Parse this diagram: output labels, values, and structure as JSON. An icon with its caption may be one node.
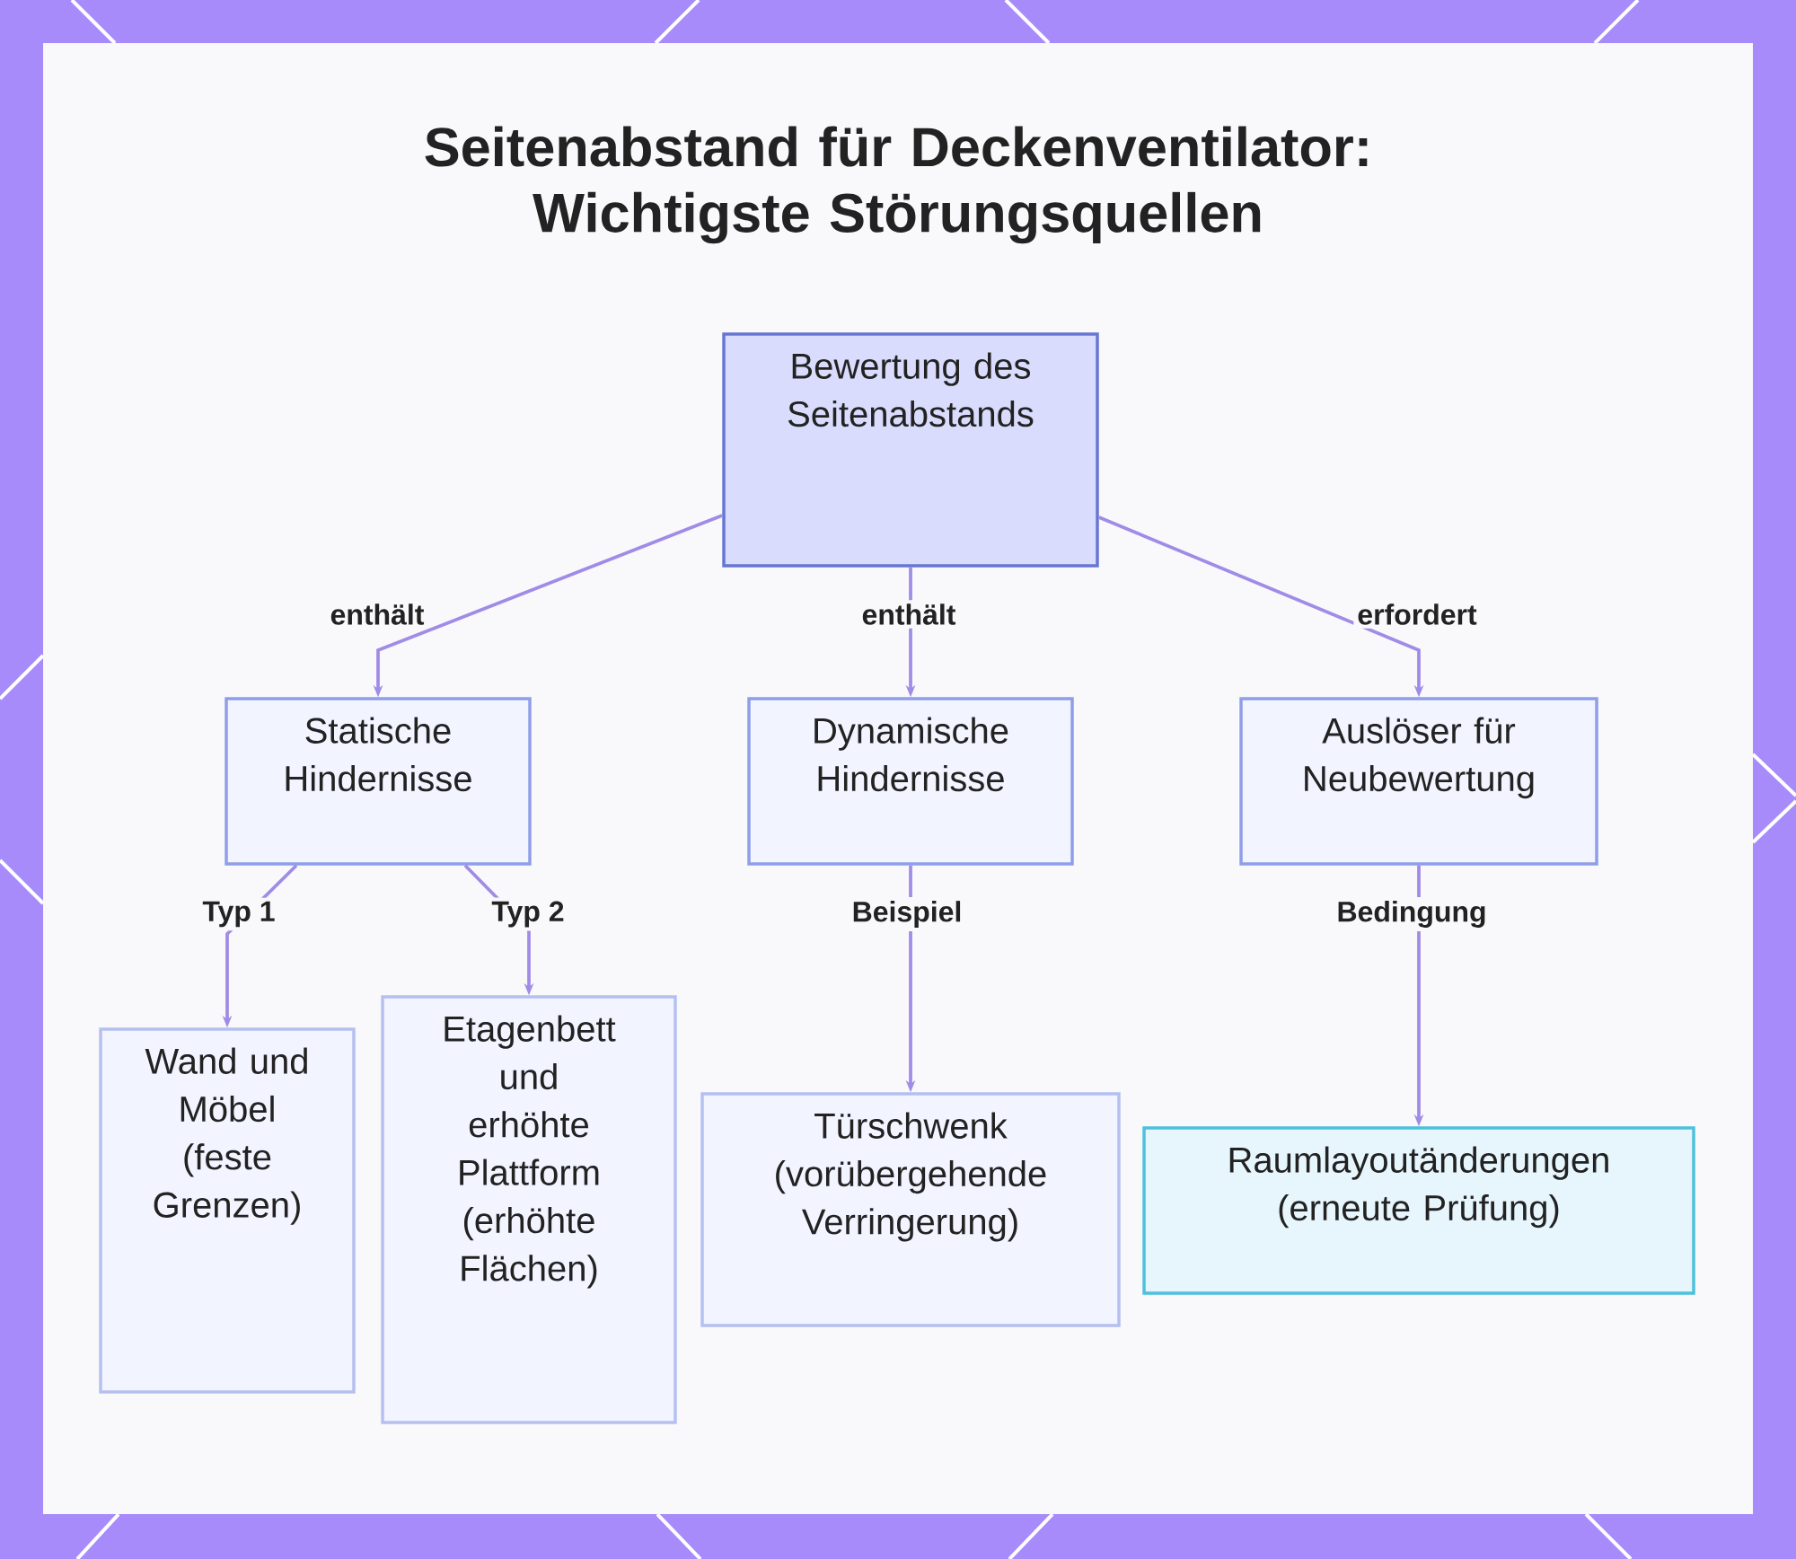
{
  "diagram": {
    "title": "Seitenabstand für Deckenventilator: Wichtigste Störungsquellen",
    "nodes": [
      {
        "text": [
          "Bewertung des Seitenabstands"
        ]
      },
      {
        "text": [
          "Statische Hindernisse"
        ]
      },
      {
        "text": [
          "Dynamische Hindernisse"
        ]
      },
      {
        "text": [
          "Auslöser für Neubewertung"
        ]
      },
      {
        "text": [
          "Wand und Möbel (feste Grenzen)"
        ]
      },
      {
        "text": [
          "Etagenbett und erhöhte Plattform (erhöhte Flächen)"
        ]
      },
      {
        "text": [
          "Türschwenk (vorübergehende Verringerung)"
        ]
      },
      {
        "text": [
          "Raumlayoutänderungen (erneute Prüfung)"
        ]
      }
    ],
    "edges": [
      {
        "from": 0,
        "to": 1,
        "arrow": "to",
        "label": "enthält"
      },
      {
        "from": 0,
        "to": 2,
        "arrow": "to",
        "label": "enthält"
      },
      {
        "from": 0,
        "to": 3,
        "arrow": "to",
        "label": "erfordert"
      },
      {
        "from": 1,
        "to": 4,
        "arrow": "to",
        "label": "Typ 1"
      },
      {
        "from": 1,
        "to": 5,
        "arrow": "to",
        "label": "Typ 2"
      },
      {
        "from": 2,
        "to": 6,
        "arrow": "to",
        "label": "Beispiel"
      },
      {
        "from": 3,
        "to": 7,
        "arrow": "to",
        "label": "Bedingung"
      }
    ]
  }
}
